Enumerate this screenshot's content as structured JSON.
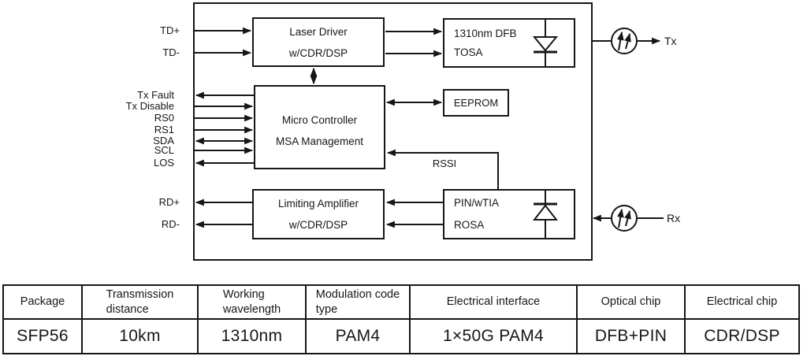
{
  "colors": {
    "ink": "#161616",
    "background": "#ffffff"
  },
  "diagram": {
    "blocks": {
      "laser_driver": {
        "line1": "Laser Driver",
        "line2": "w/CDR/DSP"
      },
      "tosa": {
        "line1": "1310nm DFB",
        "line2": "TOSA"
      },
      "micro_controller": {
        "line1": "Micro Controller",
        "line2": "MSA Management"
      },
      "eeprom": {
        "label": "EEPROM"
      },
      "limiting_amplifier": {
        "line1": "Limiting Amplifier",
        "line2": "w/CDR/DSP"
      },
      "rosa": {
        "line1": "PIN/wTIA",
        "line2": "ROSA"
      }
    },
    "pins": {
      "td_plus": "TD+",
      "td_minus": "TD-",
      "tx_fault": "Tx Fault",
      "tx_disable": "Tx Disable",
      "rs0": "RS0",
      "rs1": "RS1",
      "sda": "SDA",
      "scl": "SCL",
      "los": "LOS",
      "rd_plus": "RD+",
      "rd_minus": "RD-"
    },
    "labels": {
      "rssi": "RSSI",
      "tx": "Tx",
      "rx": "Rx"
    }
  },
  "table": {
    "headers": [
      {
        "lines": [
          "Package"
        ]
      },
      {
        "lines": [
          "Transmission",
          "distance"
        ]
      },
      {
        "lines": [
          "Working",
          "wavelength"
        ]
      },
      {
        "lines": [
          "Modulation code",
          "type"
        ]
      },
      {
        "lines": [
          "Electrical interface"
        ]
      },
      {
        "lines": [
          "Optical chip"
        ]
      },
      {
        "lines": [
          "Electrical chip"
        ]
      }
    ],
    "row": [
      "SFP56",
      "10km",
      "1310nm",
      "PAM4",
      "1×50G PAM4",
      "DFB+PIN",
      "CDR/DSP"
    ]
  }
}
